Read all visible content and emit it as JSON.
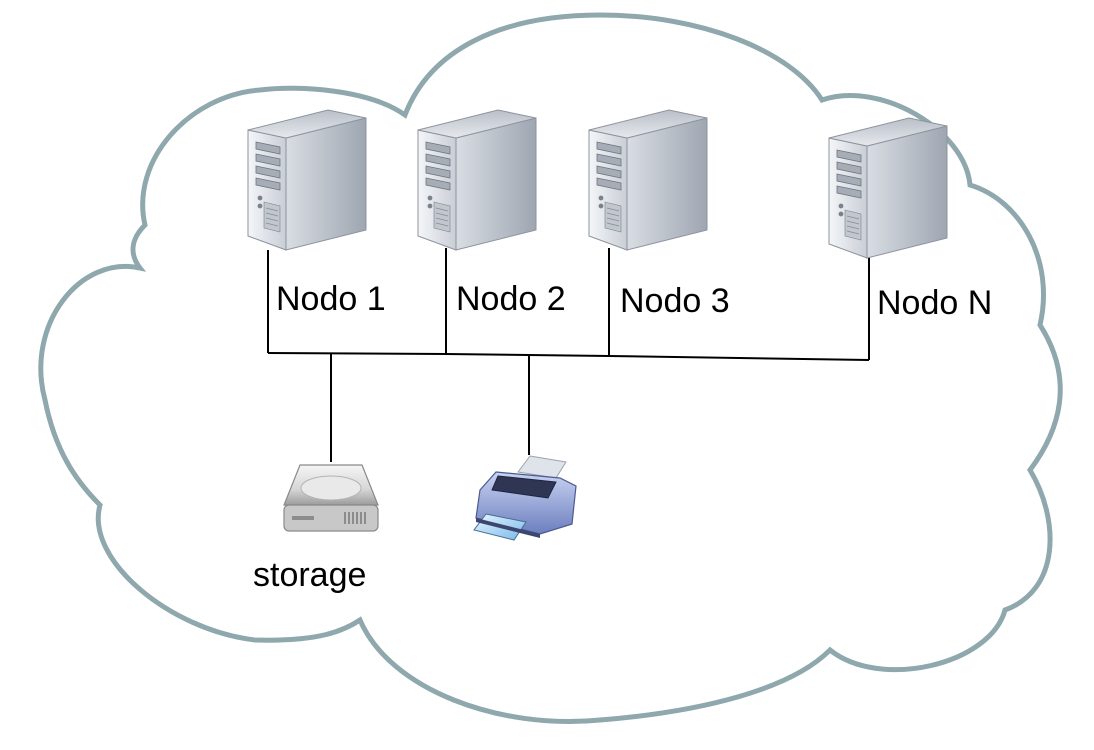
{
  "diagram": {
    "nodes": [
      {
        "label": "Nodo 1",
        "icon": "server-tower-icon"
      },
      {
        "label": "Nodo 2",
        "icon": "server-tower-icon"
      },
      {
        "label": "Nodo 3",
        "icon": "server-tower-icon"
      },
      {
        "label": "Nodo N",
        "icon": "server-tower-icon"
      }
    ],
    "storage": {
      "label": "storage",
      "icon": "hard-drive-icon"
    },
    "printer": {
      "icon": "printer-icon"
    },
    "colors": {
      "cloud_outline": "#8fa8ad",
      "link_lines": "#000000"
    }
  }
}
